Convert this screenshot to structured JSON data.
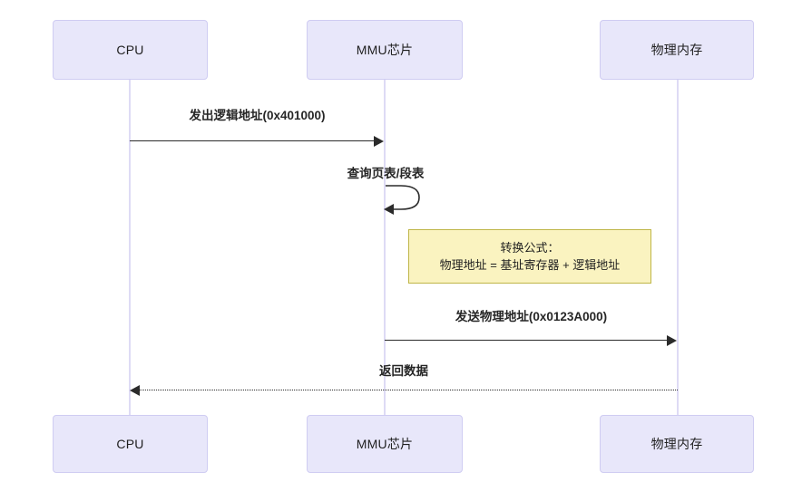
{
  "diagram": {
    "type": "sequence-diagram",
    "background_color": "#ffffff",
    "actor_fill": "#E8E7FA",
    "actor_border": "#CFCCF2",
    "lifeline_color": "#DEDBF5",
    "note_fill": "#FAF3C0",
    "note_border": "#BFB648",
    "line_color": "#2b2b2b"
  },
  "participants": [
    {
      "id": "cpu",
      "label": "CPU"
    },
    {
      "id": "mmu",
      "label": "MMU芯片"
    },
    {
      "id": "mem",
      "label": "物理内存"
    }
  ],
  "messages": [
    {
      "id": "m1",
      "label": "发出逻辑地址(0x401000)",
      "from": "cpu",
      "to": "mmu",
      "style": "solid",
      "direction": "right"
    },
    {
      "id": "m2",
      "label": "查询页表/段表",
      "from": "mmu",
      "to": "mmu",
      "style": "solid",
      "direction": "self"
    },
    {
      "id": "m3",
      "label": "发送物理地址(0x0123A000)",
      "from": "mmu",
      "to": "mem",
      "style": "solid",
      "direction": "right"
    },
    {
      "id": "m4",
      "label": "返回数据",
      "from": "mem",
      "to": "cpu",
      "style": "dotted",
      "direction": "left"
    }
  ],
  "note": {
    "attached_to": "mmu",
    "line1": "转换公式：",
    "line2": "物理地址 = 基址寄存器 + 逻辑地址"
  }
}
